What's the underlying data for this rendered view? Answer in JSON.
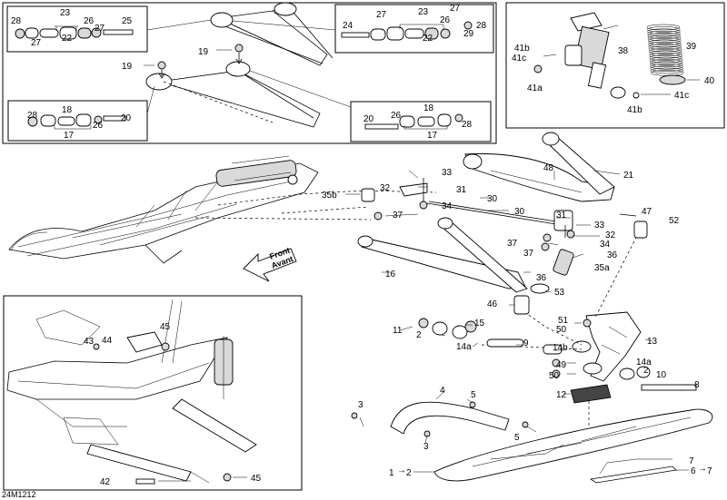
{
  "drawing_code": "24M1212",
  "front_arrow": {
    "line1": "Front",
    "line2": "Avant"
  },
  "callouts": {
    "c1": "1",
    "c2": "2",
    "c3": "3",
    "c4": "4",
    "c5": "5",
    "c6": "6",
    "c7": "7",
    "c8": "8",
    "c9": "9",
    "c10": "10",
    "c11": "11",
    "c12": "12",
    "c13": "13",
    "c14a": "14a",
    "c14b": "14b",
    "c15": "15",
    "c16": "16",
    "c17": "17",
    "c18": "18",
    "c19": "19",
    "c20": "20",
    "c21": "21",
    "c22": "22",
    "c23": "23",
    "c24": "24",
    "c25": "25",
    "c26": "26",
    "c27": "27",
    "c28": "28",
    "c29": "29",
    "c30": "30",
    "c31": "31",
    "c32": "32",
    "c33": "33",
    "c34": "34",
    "c35a": "35a",
    "c35b": "35b",
    "c36": "36",
    "c37": "37",
    "c38": "38",
    "c39": "39",
    "c40": "40",
    "c41a": "41a",
    "c41b": "41b",
    "c41c": "41c",
    "c42": "42",
    "c43": "43",
    "c44": "44",
    "c45": "45",
    "c46": "46",
    "c47": "47",
    "c48": "48",
    "c49": "49",
    "c50": "50",
    "c51": "51",
    "c52": "52",
    "c53": "53"
  }
}
